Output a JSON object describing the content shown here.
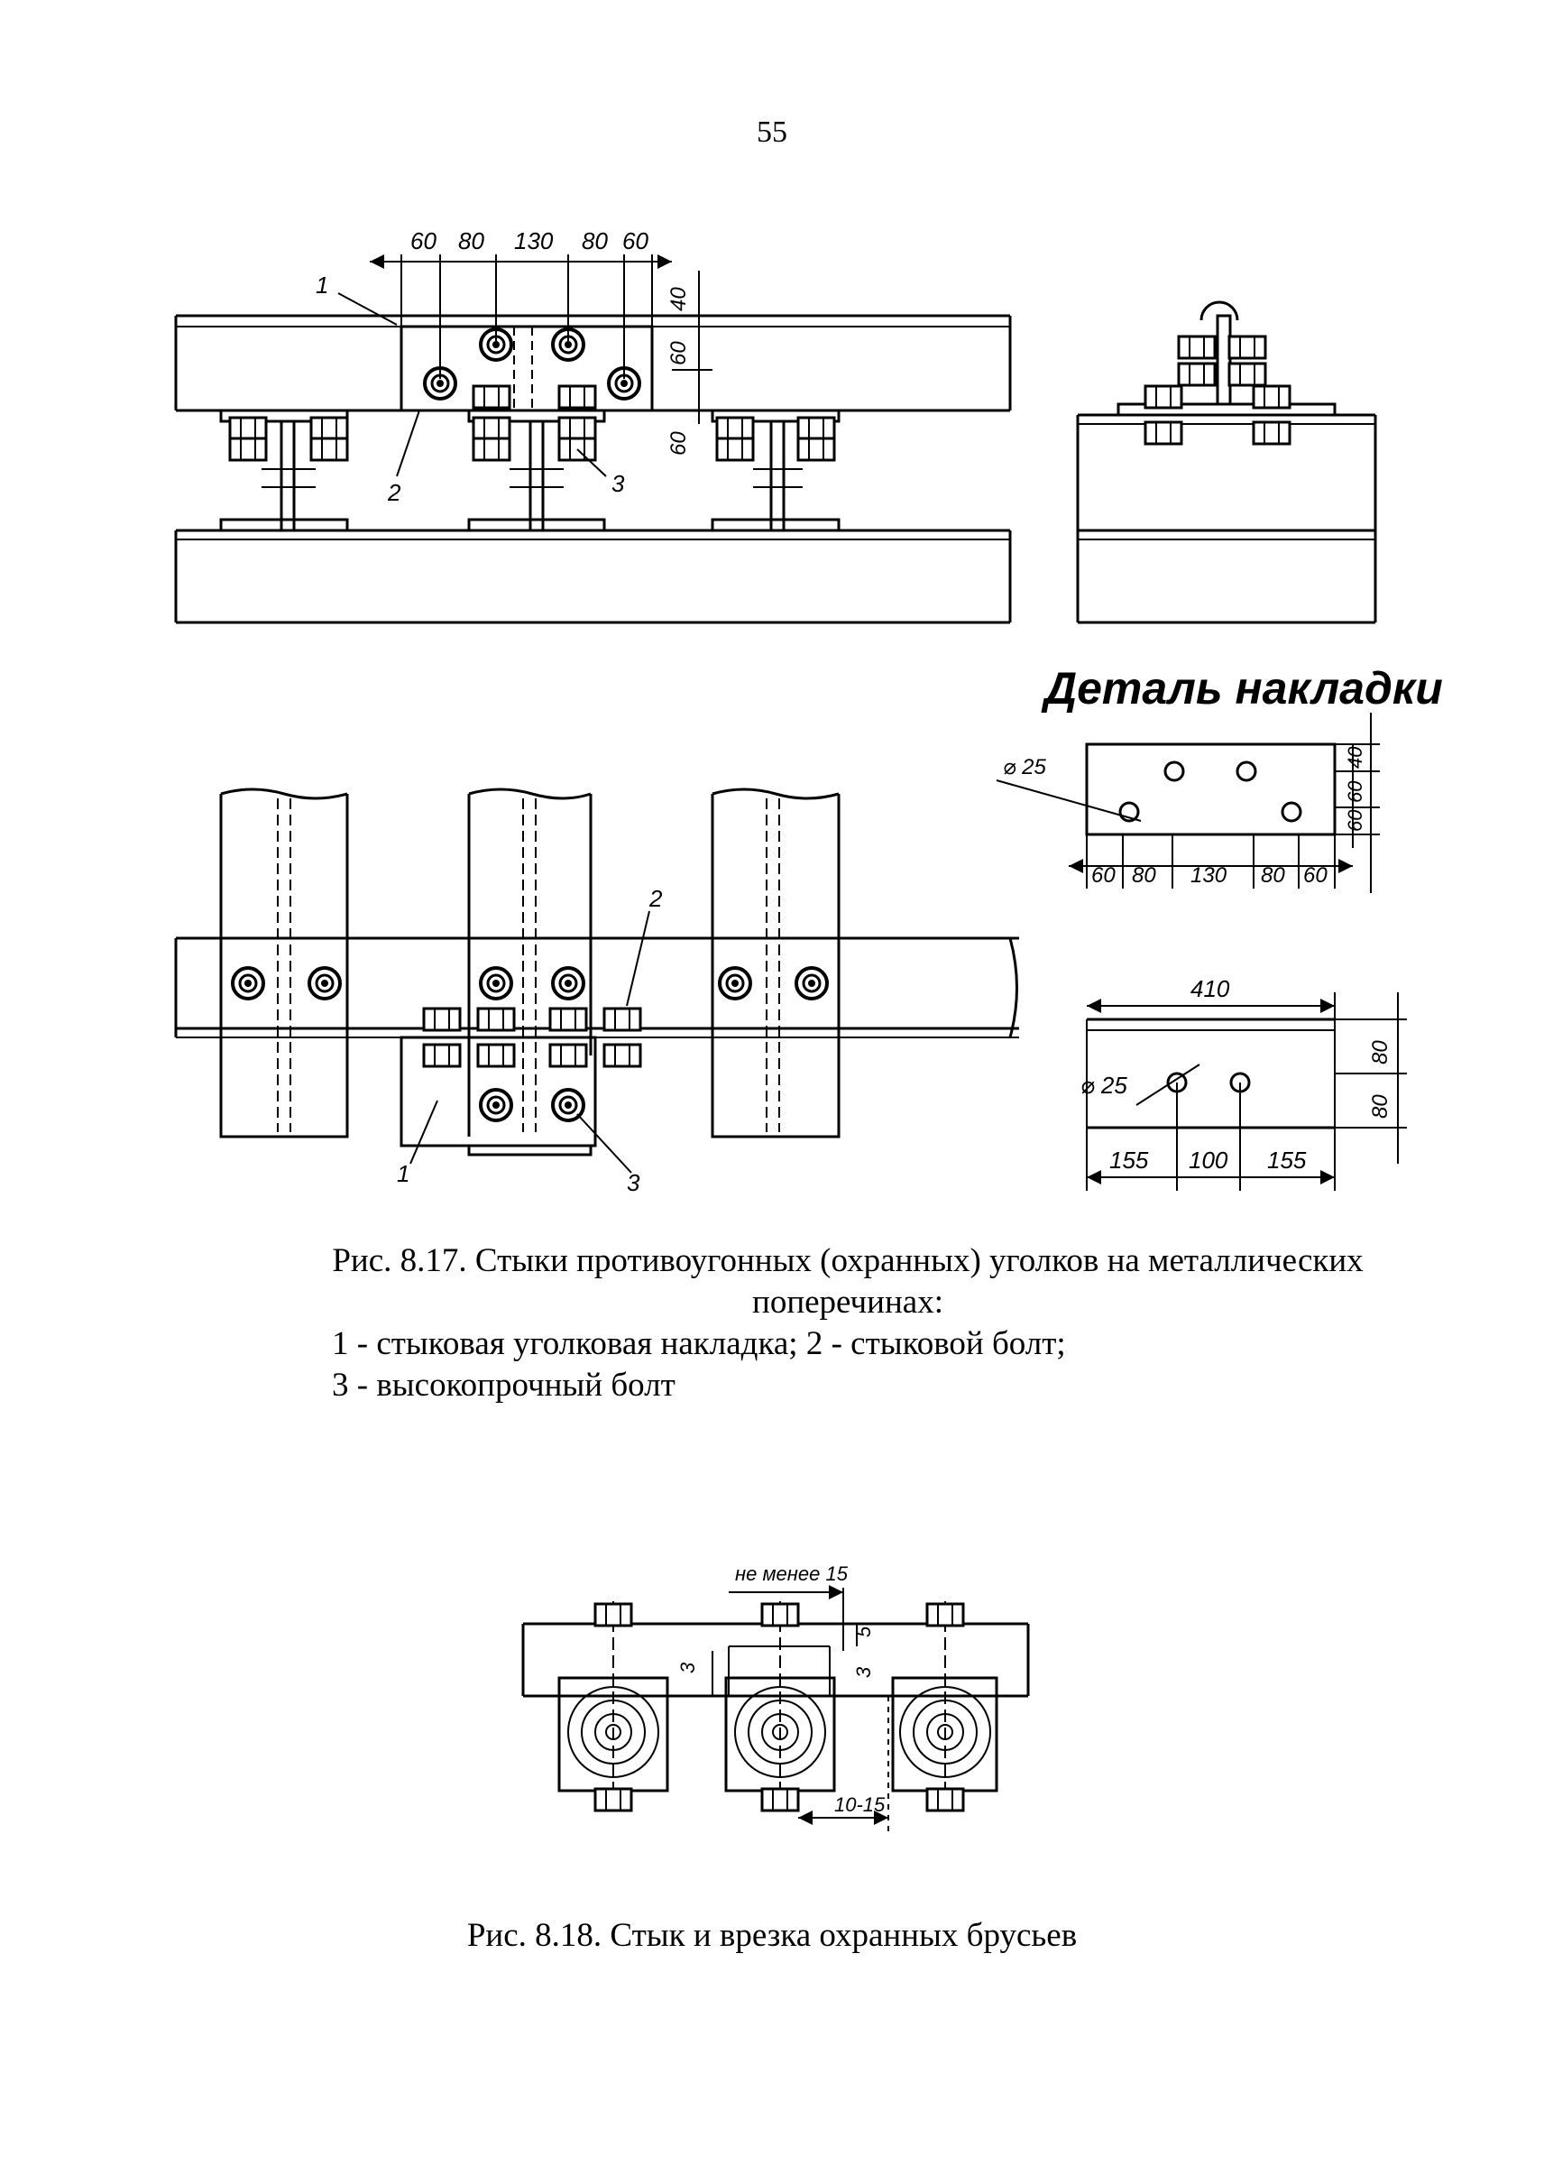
{
  "page": {
    "number": "55"
  },
  "figure_817": {
    "top_dims": [
      "60",
      "80",
      "130",
      "80",
      "60"
    ],
    "vert_dims": [
      "40",
      "60",
      "60"
    ],
    "callouts": [
      "1",
      "2",
      "3"
    ],
    "detail_title": "Деталь накладки",
    "detail_hole": "⌀ 25",
    "detail_bottom_dims": [
      "60",
      "80",
      "130",
      "80",
      "60"
    ],
    "detail_vert_dims": [
      "40",
      "60",
      "60"
    ],
    "plate2_width": "410",
    "plate2_hole": "⌀ 25",
    "plate2_bottom_dims": [
      "155",
      "100",
      "155"
    ],
    "plate2_vert_dims": [
      "80",
      "80"
    ],
    "plan_callouts": [
      "2",
      "1",
      "3"
    ],
    "caption_title": "Рис. 8.17. Стыки противоугонных (охранных) уголков на металлических поперечинах:",
    "legend_1": "1 - стыковая уголковая накладка;  2 - стыковой болт;",
    "legend_2": "3 - высокопрочный болт"
  },
  "figure_818": {
    "top_label": "не менее 15",
    "dims": [
      "3",
      "5",
      "3",
      "10-15"
    ],
    "caption": "Рис. 8.18.  Стык и врезка охранных брусьев"
  }
}
